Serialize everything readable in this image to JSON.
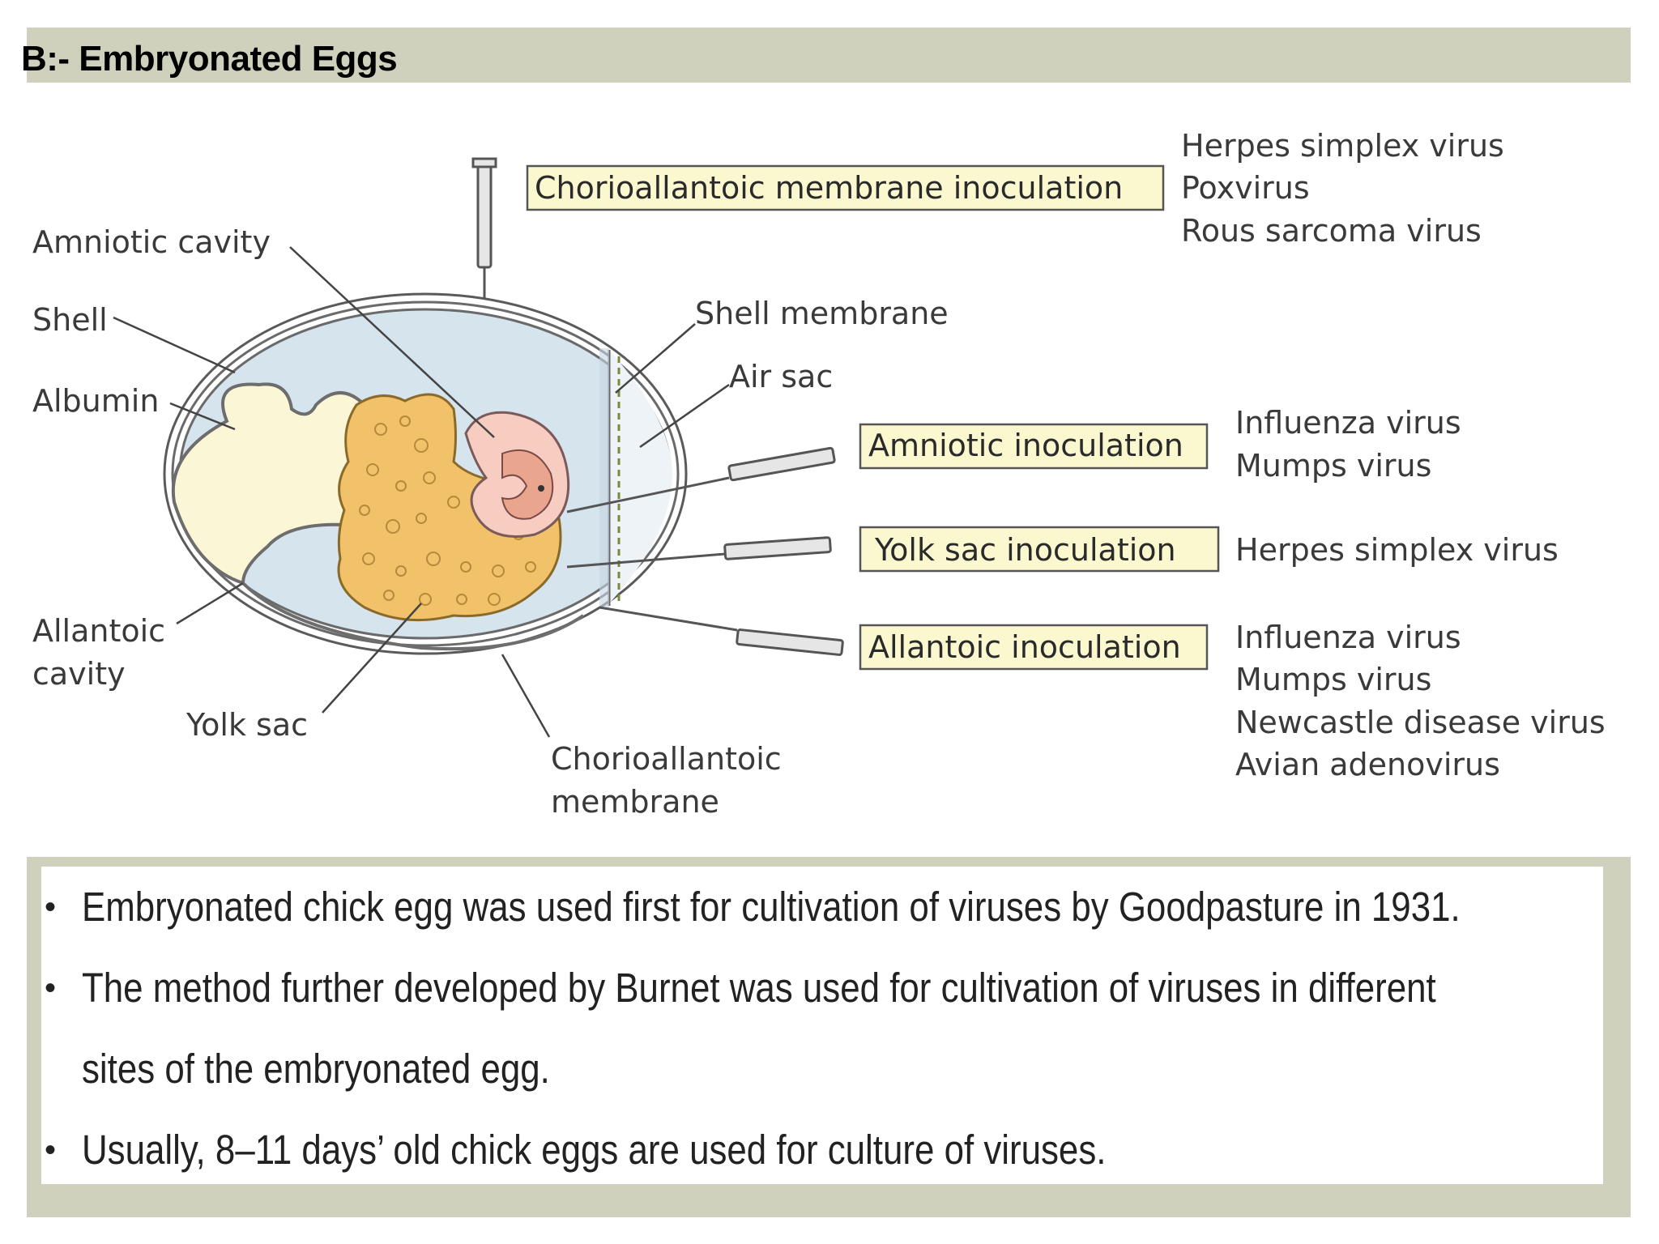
{
  "header": {
    "title": "B:- Embryonated Eggs"
  },
  "diagram": {
    "structure_labels": {
      "amniotic_cavity": "Amniotic cavity",
      "shell": "Shell",
      "albumin": "Albumin",
      "allantoic_cavity_line1": "Allantoic",
      "allantoic_cavity_line2": "cavity",
      "yolk_sac": "Yolk sac",
      "shell_membrane": "Shell membrane",
      "air_sac": "Air sac",
      "chorioallantoic_membrane_line1": "Chorioallantoic",
      "chorioallantoic_membrane_line2": "membrane"
    },
    "inoculations": [
      {
        "label": "Chorioallantoic membrane inoculation",
        "viruses": [
          "Herpes simplex virus",
          "Poxvirus",
          "Rous sarcoma virus"
        ]
      },
      {
        "label": "Amniotic inoculation",
        "viruses": [
          "Influenza virus",
          "Mumps virus"
        ]
      },
      {
        "label": "Yolk sac inoculation",
        "viruses": [
          "Herpes simplex virus"
        ]
      },
      {
        "label": "Allantoic inoculation",
        "viruses": [
          "Influenza virus",
          "Mumps virus",
          "Newcastle disease virus",
          "Avian adenovirus"
        ]
      }
    ],
    "colors": {
      "label_box_fill": "#fbf8cf",
      "yolk": "#f2c26a",
      "albumin": "#fbf6d6",
      "cavity": "#d4e2ec",
      "embryo": "#f6cdc0"
    }
  },
  "notes": [
    "Embryonated chick egg was used first for cultivation of viruses by Goodpasture in 1931.",
    "The method further developed by Burnet was used for cultivation of viruses in different",
    "sites of the embryonated egg.",
    "Usually, 8–11 days’ old chick eggs are used for culture of viruses."
  ],
  "bullet_symbol": "•"
}
